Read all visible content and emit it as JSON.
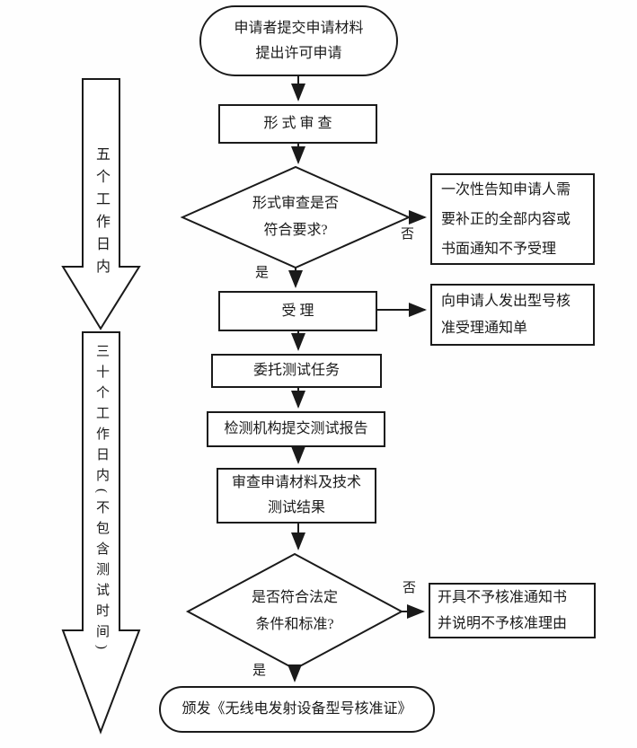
{
  "diagram": {
    "type": "flowchart",
    "colors": {
      "line": "#1a1a1a",
      "text": "#1a1a1a",
      "background": "#ffffff"
    },
    "nodes": {
      "start": {
        "line1": "申请者提交申请材料",
        "line2": "提出许可申请"
      },
      "formal_review": {
        "label": "形 式 审 查"
      },
      "decision_formal": {
        "line1": "形式审查是否",
        "line2": "符合要求?"
      },
      "notify_supplement": {
        "line1": "一次性告知申请人需",
        "line2": "要补正的全部内容或",
        "line3": "书面通知不予受理"
      },
      "accept": {
        "label": "受  理"
      },
      "accept_notice": {
        "line1": "向申请人发出型号核",
        "line2": "准受理通知单"
      },
      "commission_test": {
        "label": "委托测试任务"
      },
      "test_report": {
        "label": "检测机构提交测试报告"
      },
      "review_result": {
        "line1": "审查申请材料及技术",
        "line2": "测试结果"
      },
      "decision_legal": {
        "line1": "是否符合法定",
        "line2": "条件和标准?"
      },
      "reject_notice": {
        "line1": "开具不予核准通知书",
        "line2": "并说明不予核准理由"
      },
      "end": {
        "label": "颁发《无线电发射设备型号核准证》"
      }
    },
    "branch_labels": {
      "formal_no": "否",
      "formal_yes": "是",
      "legal_no": "否",
      "legal_yes": "是"
    },
    "timelines": {
      "five_days": "五个工作日内",
      "thirty_days": "三十个工作日内(不包含测试时间)"
    }
  }
}
